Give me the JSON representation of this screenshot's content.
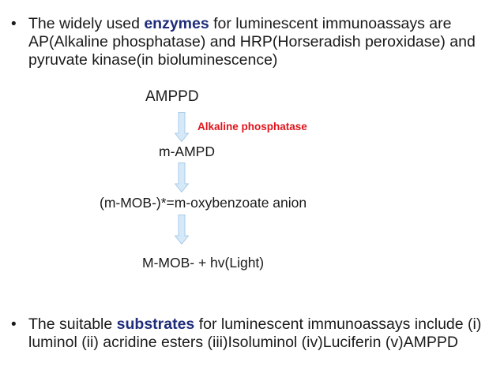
{
  "bullet_1": {
    "symbol": "•",
    "before": "The widely used ",
    "highlight": "enzymes",
    "after": " for luminescent immunoassays are AP(Alkaline phosphatase) and HRP(Horseradish peroxidase) and pyruvate kinase(in bioluminescence)"
  },
  "pathway": {
    "step_0": "AMPPD",
    "enzyme_label": "Alkaline phosphatase",
    "step_1": "m-AMPD",
    "step_2": "(m-MOB-)*=m-oxybenzoate anion",
    "step_3": "M-MOB- + hv(Light)"
  },
  "bullet_2": {
    "symbol": "•",
    "before": "The suitable ",
    "highlight": "substrates",
    "after": " for luminescent immunoassays include (i) luminol (ii) acridine esters (iii)Isoluminol (iv)Luciferin (v)AMPPD"
  },
  "colors": {
    "highlight": "#1f2d7a",
    "enzyme_label": "#e0141b",
    "arrow_fill": "#d6e9f8",
    "arrow_stroke": "#a9cbe8"
  }
}
